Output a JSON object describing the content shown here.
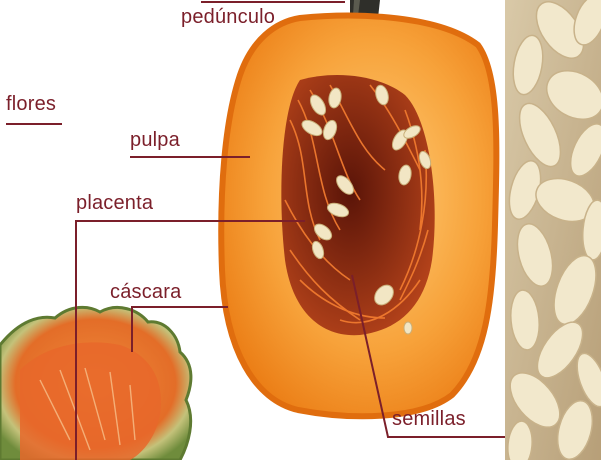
{
  "labels": {
    "peduncle": "pedúnculo",
    "flowers": "flores",
    "pulp": "pulpa",
    "placenta": "placenta",
    "rind": "cáscara",
    "seeds": "semillas"
  },
  "colors": {
    "label_text": "#7b1f2a",
    "leader_line": "#7b1f2a",
    "pumpkin_flesh": "#f39a2e",
    "pumpkin_rind": "#ea7a12",
    "cavity": "#8a2c10",
    "fibers": "#e8762a",
    "seed": "#f2e6c4",
    "green_rind": "#7f9a45",
    "stem": "#2f2f2a"
  }
}
